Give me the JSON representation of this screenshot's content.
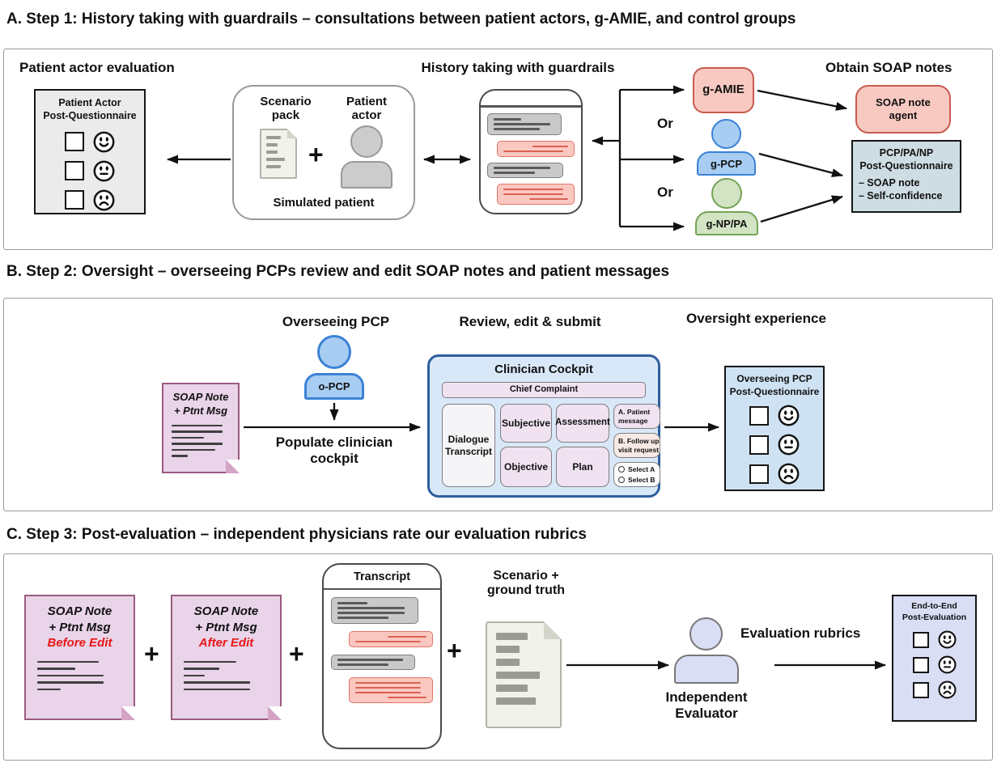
{
  "colors": {
    "arrow": "#111111",
    "panel-border": "#9a9a9a",
    "salmon-fill": "#f8c9c1",
    "salmon-border": "#c75b4e",
    "blue-fill": "#a8cdf2",
    "blue-border": "#3b82d6",
    "green-fill": "#d2e4c4",
    "green-border": "#74a356",
    "purple-fill": "#e9d4e9",
    "purple-border": "#9b5a7e",
    "purple-fold": "#d5a3c6",
    "red-text": "#e81616",
    "cockpit-fill": "#d9e8f8",
    "cockpit-border": "#2e5e9e",
    "cell-lavender": "#f0e2f0",
    "cell-peach": "#f7e9e4",
    "cell-white": "#fcfcfc",
    "cell-gray": "#f5f4f6",
    "q-gray": "#ebebeb",
    "q-teal": "#cedde3",
    "q-blue": "#cfe2f3",
    "q-lavender": "#d9def5",
    "bubble-gray": "#c9c9c9",
    "bubble-gray-border": "#7f7f7f",
    "bubble-gray-line": "#5a5a5a",
    "bubble-red": "#fbc8c0",
    "bubble-red-border": "#e07468",
    "bubble-red-line": "#d96255",
    "person-gray": "#cccccc",
    "person-gray-border": "#999999",
    "doc-gray": "#f2f2ec",
    "doc-gray-border": "#b3b3aa",
    "doc-gray-line": "#9b9b94"
  },
  "faces": [
    "happy",
    "neutral",
    "sad"
  ],
  "step1": {
    "title": "A. Step 1: History taking with guardrails – consultations between patient actors, g-AMIE, and control groups",
    "header_patient_eval": "Patient actor evaluation",
    "header_history": "History taking with guardrails",
    "header_obtain": "Obtain SOAP notes",
    "patient_questionnaire": {
      "line1": "Patient Actor",
      "line2": "Post-Questionnaire"
    },
    "simulated_patient": {
      "scenario_pack_line1": "Scenario",
      "scenario_pack_line2": "pack",
      "patient_actor_line1": "Patient",
      "patient_actor_line2": "actor",
      "plus": "+",
      "caption": "Simulated patient"
    },
    "or1": "Or",
    "or2": "Or",
    "g_amie": "g-AMIE",
    "g_pcp": "g-PCP",
    "g_np_pa": "g-NP/PA",
    "soap_agent": {
      "line1": "SOAP note",
      "line2": "agent"
    },
    "pcp_questionnaire": {
      "line1": "PCP/PA/NP",
      "line2": "Post-Questionnaire",
      "item1": "– SOAP note",
      "item2": "– Self-confidence"
    }
  },
  "step2": {
    "title": "B. Step 2: Oversight – overseeing PCPs review and edit SOAP notes and patient messages",
    "header_overseeing": "Overseeing PCP",
    "header_review": "Review, edit & submit",
    "header_oversight": "Oversight experience",
    "soap_doc": {
      "line1": "SOAP Note",
      "line2": "+ Ptnt Msg"
    },
    "o_pcp": "o-PCP",
    "populate": {
      "line1": "Populate clinician",
      "line2": "cockpit"
    },
    "cockpit": {
      "title": "Clinician Cockpit",
      "chief_complaint": "Chief Complaint",
      "dialogue_line1": "Dialogue",
      "dialogue_line2": "Transcript",
      "subjective": "Subjective",
      "assessment": "Assessment",
      "objective": "Objective",
      "plan": "Plan",
      "patient_message_line1": "A. Patient",
      "patient_message_line2": "message",
      "follow_up_line1": "B. Follow up",
      "follow_up_line2": "visit request",
      "select_a": "Select A",
      "select_b": "Select B"
    },
    "opcp_questionnaire": {
      "line1": "Overseeing PCP",
      "line2": "Post-Questionnaire"
    }
  },
  "step3": {
    "title": "C. Step 3: Post-evaluation – independent physicians rate our evaluation rubrics",
    "doc_before": {
      "line1": "SOAP Note",
      "line2": "+ Ptnt Msg",
      "line3": "Before Edit"
    },
    "doc_after": {
      "line1": "SOAP Note",
      "line2": "+ Ptnt Msg",
      "line3": "After Edit"
    },
    "plus1": "+",
    "plus2": "+",
    "plus3": "+",
    "transcript_title": "Transcript",
    "scenario_line1": "Scenario +",
    "scenario_line2": "ground truth",
    "evaluator_line1": "Independent",
    "evaluator_line2": "Evaluator",
    "evaluation_rubrics": "Evaluation rubrics",
    "end_questionnaire": {
      "line1": "End-to-End",
      "line2": "Post-Evaluation"
    }
  }
}
